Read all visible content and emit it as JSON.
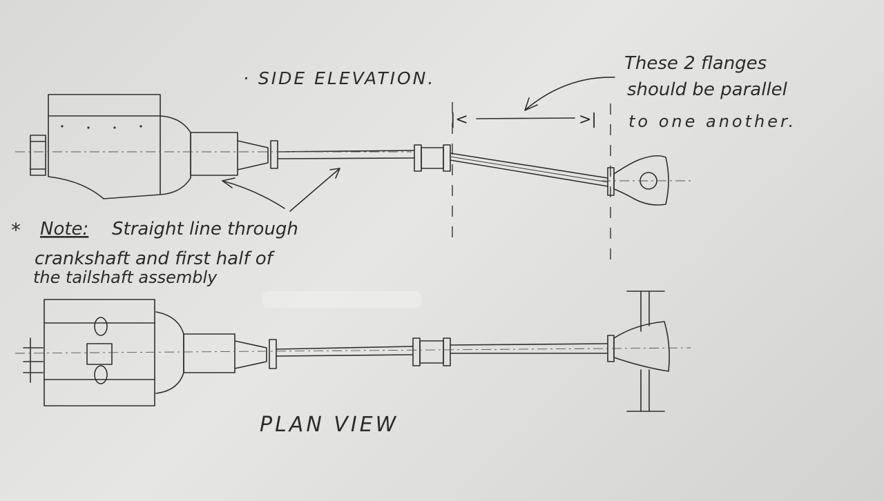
{
  "labels": {
    "side_elevation": "· SIDE ELEVATION.",
    "plan_view": "PLAN VIEW",
    "flange_note_1": "These 2 flanges",
    "flange_note_2": "should be parallel",
    "flange_note_3": "to one another.",
    "note_line_1_prefix": "*",
    "note_line_1_word": "Note:",
    "note_line_1_rest": "Straight line through",
    "note_line_2": "crankshaft and first half of",
    "note_line_3": "the tailshaft assembly",
    "dim_left": "|<",
    "dim_right": ">|"
  }
}
